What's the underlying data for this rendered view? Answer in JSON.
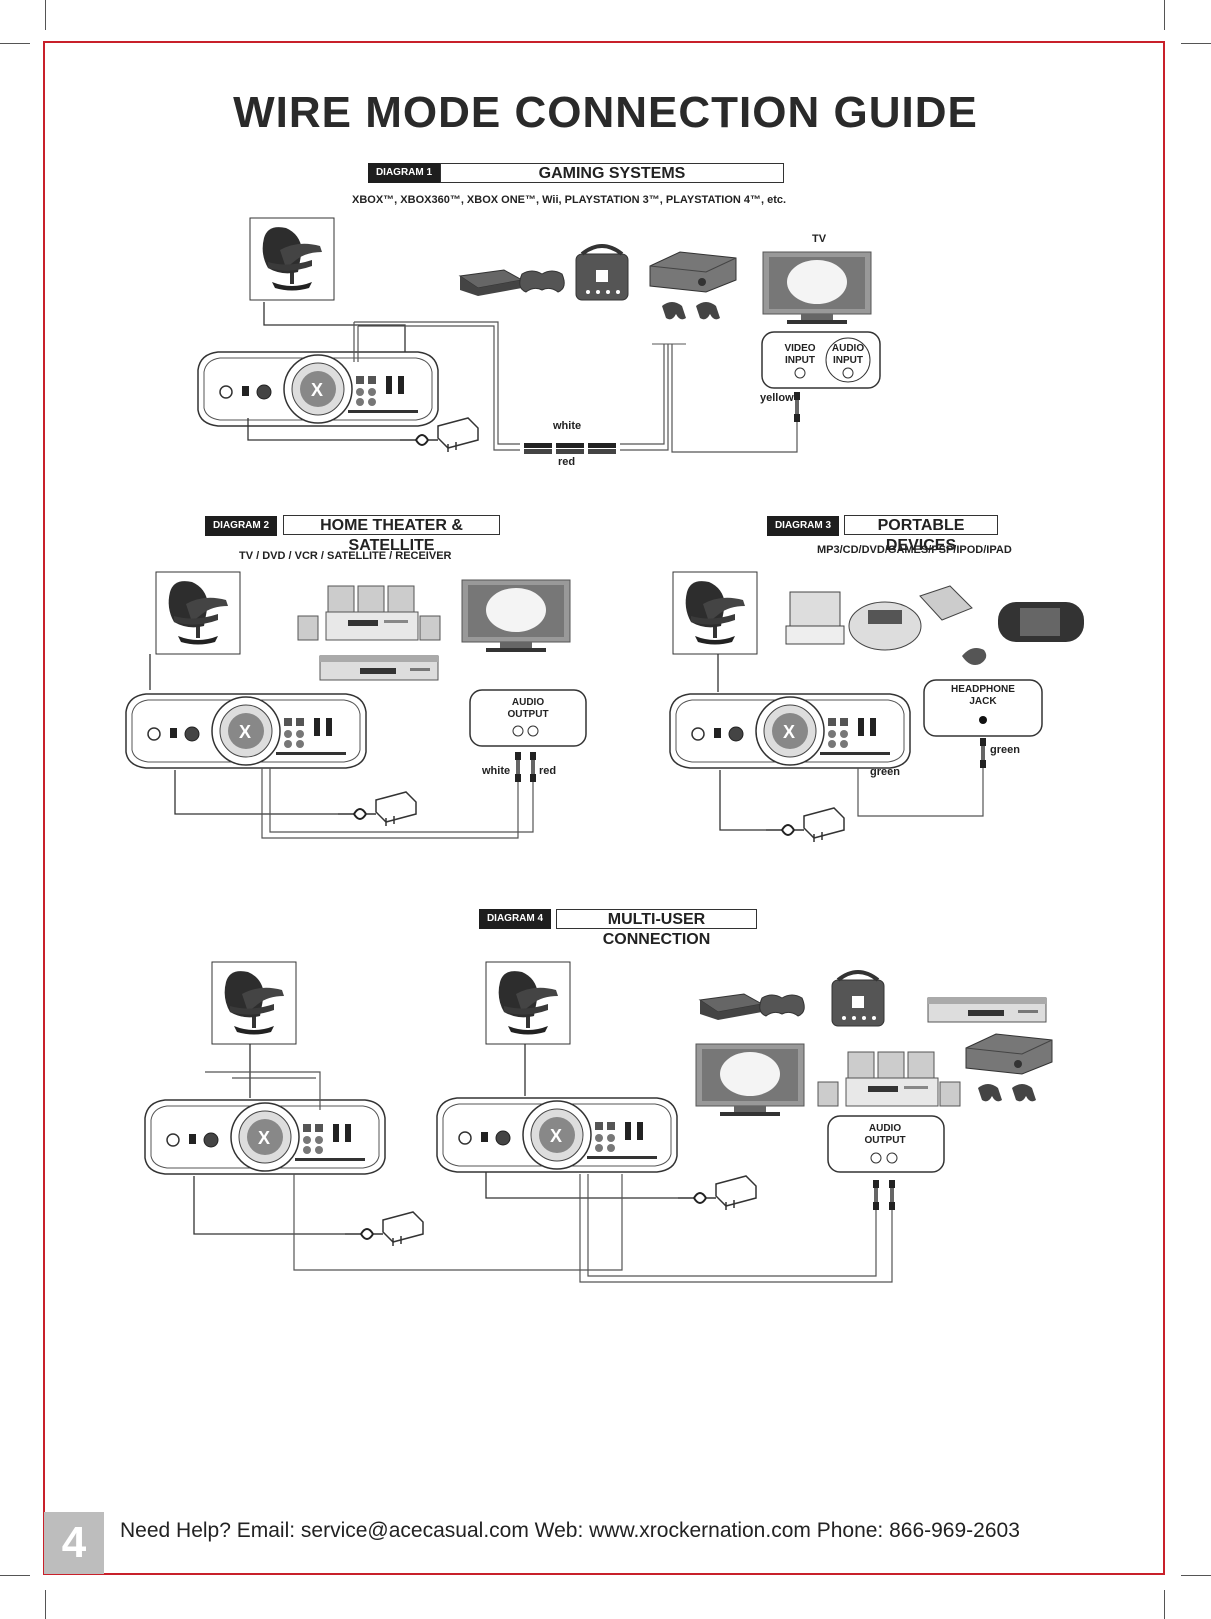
{
  "title": "WIRE MODE CONNECTION GUIDE",
  "diagrams": [
    {
      "tag": "DIAGRAM 1",
      "heading": "GAMING SYSTEMS",
      "subtitle": "XBOX™, XBOX360™, XBOX ONE™, Wii, PLAYSTATION 3™, PLAYSTATION 4™, etc.",
      "tv_label": "TV",
      "video_input": "VIDEO\nINPUT",
      "audio_input": "AUDIO\nINPUT",
      "cable_labels": {
        "yellow": "yellow",
        "white": "white",
        "red": "red"
      }
    },
    {
      "tag": "DIAGRAM 2",
      "heading": "HOME THEATER & SATELLITE",
      "subtitle": "TV / DVD / VCR / SATELLITE / RECEIVER",
      "audio_output": "AUDIO\nOUTPUT",
      "cable_labels": {
        "white": "white",
        "red": "red"
      }
    },
    {
      "tag": "DIAGRAM 3",
      "heading": "PORTABLE DEVICES",
      "subtitle": "MP3/CD/DVD/GAMES/PSP/IPOD/IPAD",
      "headphone_jack": "HEADPHONE\nJACK",
      "cable_labels": {
        "green_left": "green",
        "green_right": "green"
      }
    },
    {
      "tag": "DIAGRAM 4",
      "heading": "MULTI-USER CONNECTION",
      "audio_output": "AUDIO\nOUTPUT"
    }
  ],
  "page_number": "4",
  "footer": "Need Help?  Email: service@acecasual.com Web: www.xrockernation.com Phone: 866-969-2603",
  "colors": {
    "frame": "#c8202a",
    "tag_bg": "#1e1e1e",
    "page_tab": "#bdbdbd"
  }
}
